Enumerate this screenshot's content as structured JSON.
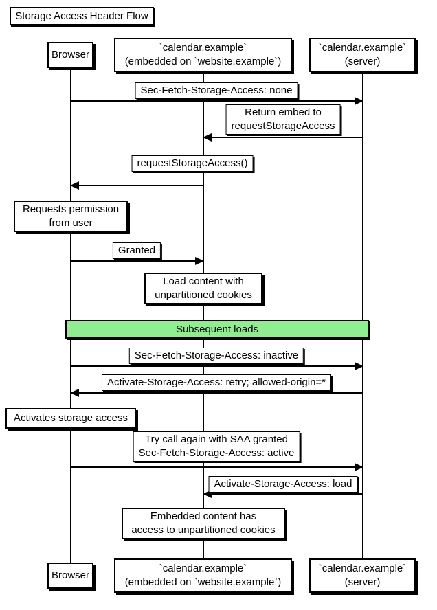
{
  "title": "Storage Access Header Flow",
  "participants": {
    "browser": {
      "label": "Browser"
    },
    "embedded": {
      "line1": "`calendar.example`",
      "line2": "(embedded on `website.example`)"
    },
    "server": {
      "line1": "`calendar.example`",
      "line2": "(server)"
    }
  },
  "messages": {
    "m1": {
      "label": "Sec-Fetch-Storage-Access: none",
      "direction": "browser-to-server"
    },
    "m2": {
      "line1": "Return embed to",
      "line2": "requestStorageAccess",
      "direction": "server-to-embedded"
    },
    "m3": {
      "label": "requestStorageAccess()",
      "direction": "embedded-to-browser"
    },
    "m4": {
      "label": "Granted",
      "direction": "browser-to-embedded"
    },
    "m5": {
      "label": "Sec-Fetch-Storage-Access: inactive",
      "direction": "browser-to-server"
    },
    "m6": {
      "label": "Activate-Storage-Access: retry; allowed-origin=*",
      "direction": "server-to-browser"
    },
    "m7": {
      "line1": "Try call again with SAA granted",
      "line2": "Sec-Fetch-Storage-Access: active",
      "direction": "browser-to-server"
    },
    "m8": {
      "label": "Activate-Storage-Access: load",
      "direction": "server-to-embedded"
    }
  },
  "notes": {
    "n1": {
      "line1": "Requests permission",
      "line2": "from user"
    },
    "n2": {
      "line1": "Load content with",
      "line2": "unpartitioned cookies"
    },
    "n3": {
      "label": "Activates storage access"
    },
    "n4": {
      "line1": "Embedded content has",
      "line2": "access to unpartitioned cookies"
    }
  },
  "band": {
    "label": "Subsequent loads"
  },
  "colors": {
    "band": "#90EE90",
    "line": "#000000",
    "background": "#ffffff"
  }
}
